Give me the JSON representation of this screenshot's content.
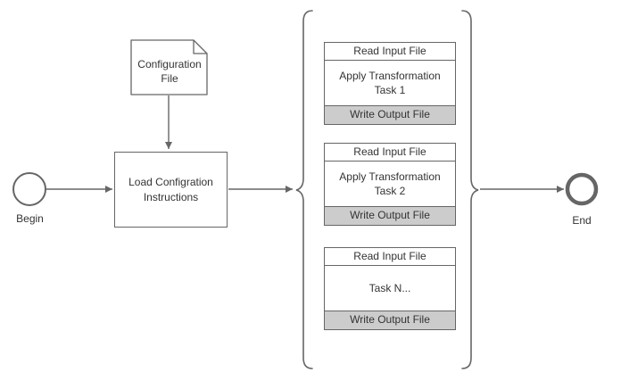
{
  "colors": {
    "stroke": "#666666",
    "footer_bg": "#cccccc",
    "text": "#333333"
  },
  "nodes": {
    "begin": {
      "label": "Begin"
    },
    "end": {
      "label": "End"
    },
    "config_file": {
      "label": "Configuration File"
    },
    "load_box": {
      "label": "Load Configration Instructions"
    }
  },
  "tasks": [
    {
      "header": "Read Input File",
      "body": "Apply Transformation Task 1",
      "footer": "Write Output File"
    },
    {
      "header": "Read Input File",
      "body": "Apply Transformation Task 2",
      "footer": "Write Output File"
    },
    {
      "header": "Read Input File",
      "body": "Task N...",
      "footer": "Write Output File"
    }
  ]
}
